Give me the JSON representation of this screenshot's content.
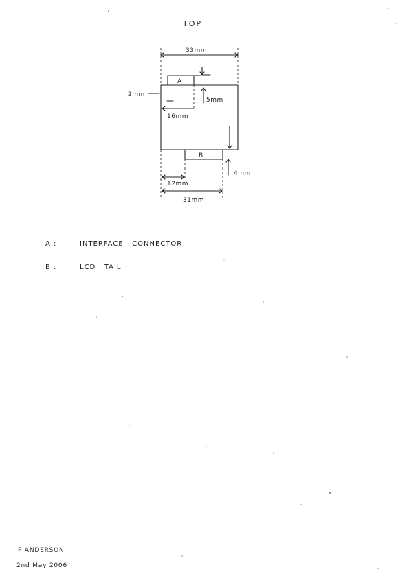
{
  "diagram": {
    "title": "TOP",
    "dimensions": {
      "overall_width": "33mm",
      "left_offset": "2mm",
      "a_width": "16mm",
      "a_depth": "5mm",
      "b_offset": "12mm",
      "b_right": "31mm",
      "b_depth": "4mm"
    },
    "connector_labels": {
      "a": "A",
      "b": "B"
    }
  },
  "legend": [
    {
      "key": "A :",
      "text": "INTERFACE   CONNECTOR"
    },
    {
      "key": "B :",
      "text": "LCD   TAIL"
    }
  ],
  "signature": {
    "name": "P ANDERSON",
    "date": "2nd May 2006"
  }
}
